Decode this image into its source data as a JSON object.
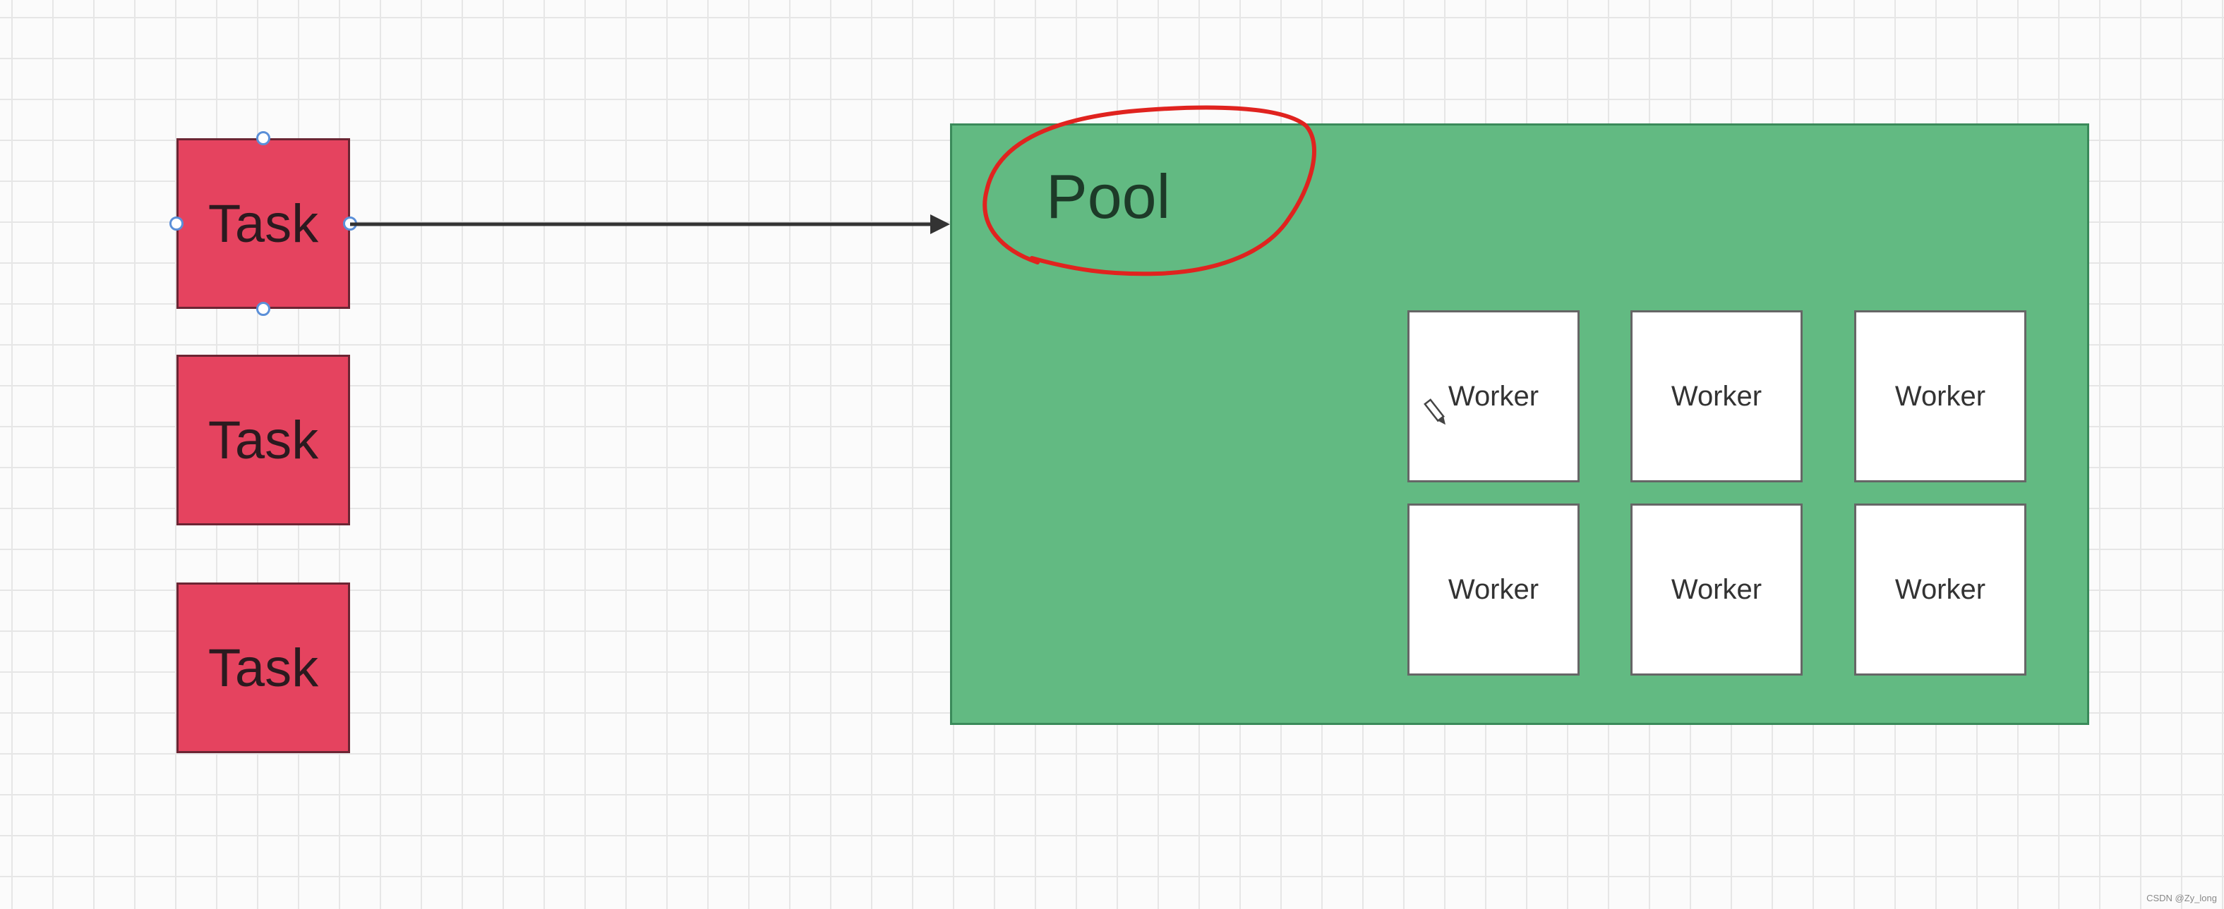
{
  "diagram": {
    "tasks": [
      {
        "label": "Task"
      },
      {
        "label": "Task"
      },
      {
        "label": "Task"
      }
    ],
    "pool": {
      "label": "Pool"
    },
    "workers": [
      {
        "label": "Worker"
      },
      {
        "label": "Worker"
      },
      {
        "label": "Worker"
      },
      {
        "label": "Worker"
      },
      {
        "label": "Worker"
      },
      {
        "label": "Worker"
      }
    ],
    "watermark": "CSDN @Zy_long"
  },
  "colors": {
    "task_fill": "#e5435f",
    "pool_fill": "#62ba82",
    "worker_fill": "#ffffff",
    "annotation": "#e0231f",
    "selection_handle": "#5b8fd8"
  },
  "icons": {
    "annotation_tool": "pen-cursor-icon"
  }
}
